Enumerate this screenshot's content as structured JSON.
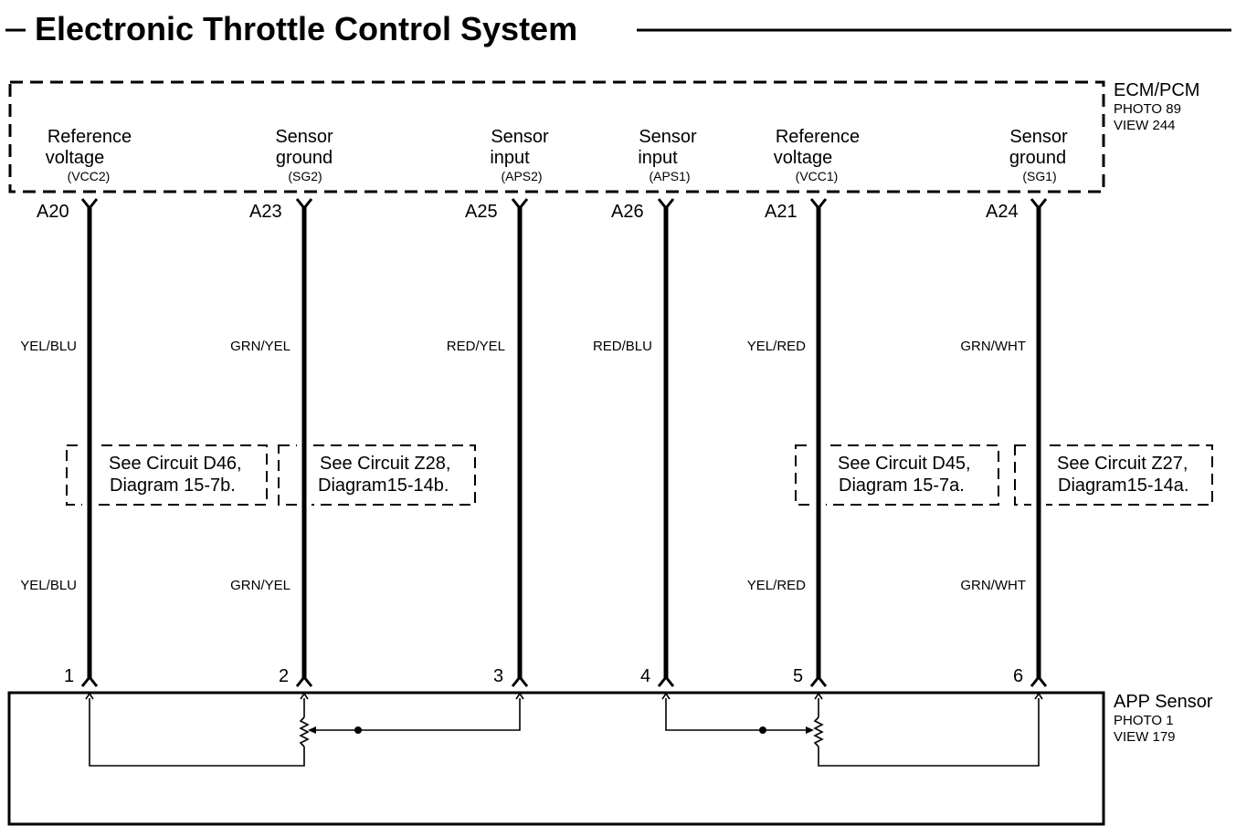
{
  "title": "Electronic Throttle Control System",
  "ecm": {
    "name": "ECM/PCM",
    "photo": "PHOTO 89",
    "view": "VIEW 244"
  },
  "app_sensor": {
    "name": "APP Sensor",
    "photo": "PHOTO 1",
    "view": "VIEW 179"
  },
  "circuits": [
    {
      "label_1": "Reference",
      "label_2": "voltage",
      "signal": "(VCC2)",
      "ecm_pin": "A20",
      "wire_color": "YEL/BLU",
      "sensor_pin": "1"
    },
    {
      "label_1": "Sensor",
      "label_2": "ground",
      "signal": "(SG2)",
      "ecm_pin": "A23",
      "wire_color": "GRN/YEL",
      "sensor_pin": "2"
    },
    {
      "label_1": "Sensor",
      "label_2": "input",
      "signal": "(APS2)",
      "ecm_pin": "A25",
      "wire_color": "RED/YEL",
      "sensor_pin": "3"
    },
    {
      "label_1": "Sensor",
      "label_2": "input",
      "signal": "(APS1)",
      "ecm_pin": "A26",
      "wire_color": "RED/BLU",
      "sensor_pin": "4"
    },
    {
      "label_1": "Reference",
      "label_2": "voltage",
      "signal": "(VCC1)",
      "ecm_pin": "A21",
      "wire_color": "YEL/RED",
      "sensor_pin": "5"
    },
    {
      "label_1": "Sensor",
      "label_2": "ground",
      "signal": "(SG1)",
      "ecm_pin": "A24",
      "wire_color": "GRN/WHT",
      "sensor_pin": "6"
    }
  ],
  "references": [
    {
      "line_1": "See Circuit D46,",
      "line_2": "Diagram 15-7b."
    },
    {
      "line_1": "See Circuit Z28,",
      "line_2": "Diagram15-14b."
    },
    {
      "line_1": "See Circuit D45,",
      "line_2": "Diagram 15-7a."
    },
    {
      "line_1": "See Circuit Z27,",
      "line_2": "Diagram15-14a."
    }
  ]
}
